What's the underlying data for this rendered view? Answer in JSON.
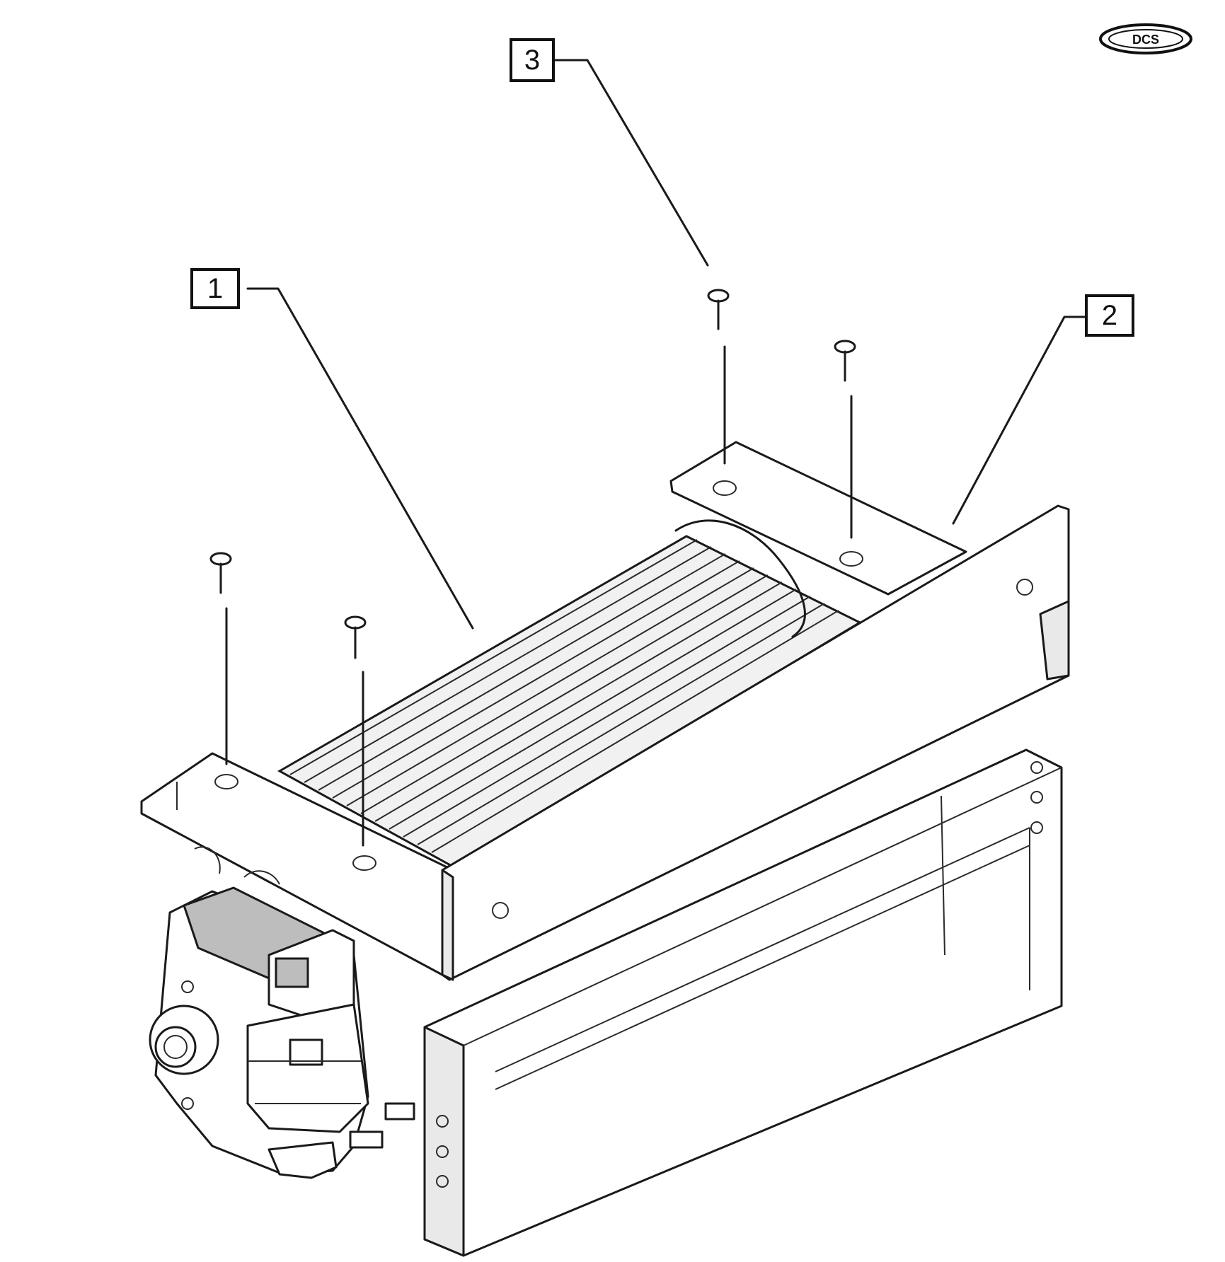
{
  "diagram": {
    "callouts": [
      {
        "id": "1",
        "label": "1"
      },
      {
        "id": "2",
        "label": "2"
      },
      {
        "id": "3",
        "label": "3"
      }
    ],
    "logo": {
      "text": "DCS"
    }
  }
}
